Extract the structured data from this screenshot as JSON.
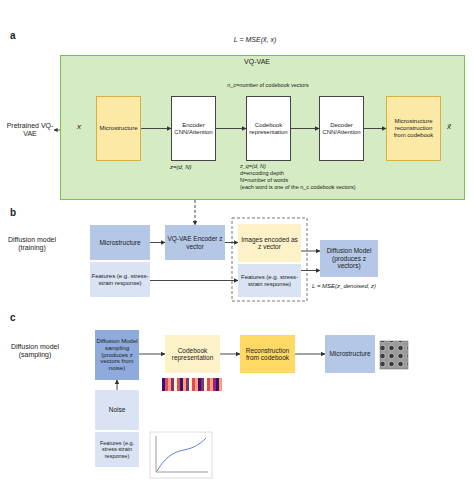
{
  "diagram": {
    "nodes": [
      {
        "text": [
          "VQ-VAE"
        ]
      },
      {
        "text": [
          "Microstructure"
        ],
        "in": 0
      },
      {
        "text": [
          "Encoder CNN/Attention"
        ],
        "in": 0
      },
      {
        "text": [
          "Codebook representation"
        ],
        "in": 0
      },
      {
        "text": [
          "Decoder CNN/Attention"
        ],
        "in": 0
      },
      {
        "text": [
          "Microstructure reconstruction from codebook"
        ],
        "in": 0
      },
      {
        "text": [
          "Microstructure"
        ]
      },
      {
        "text": [
          "Features (e.g. stress-strain response)"
        ]
      },
      {
        "text": [
          "VQ-VAE Encoder z vector"
        ]
      },
      {
        "text": [
          "Images encoded as z vector"
        ]
      },
      {
        "text": [
          "Features (e.g. stress-strain response)"
        ]
      },
      {
        "text": [
          "Diffusion Model (produces z vectors)"
        ]
      },
      {
        "text": [
          "Diffusion Model sampling (produces z vectors from noise)"
        ]
      },
      {
        "text": [
          "Codebook representation"
        ]
      },
      {
        "text": [
          "Reconstruction from codebook"
        ]
      },
      {
        "text": [
          "Microstructure"
        ]
      },
      {
        "text": [
          "Noise"
        ]
      },
      {
        "text": [
          "Features (e.g. stress-strain response)"
        ]
      }
    ],
    "edges": [
      {
        "from": 1,
        "to": 2,
        "arrow": "to"
      },
      {
        "from": 2,
        "to": 3,
        "arrow": "to"
      },
      {
        "from": 3,
        "to": 4,
        "arrow": "to"
      },
      {
        "from": 4,
        "to": 5,
        "arrow": "to"
      },
      {
        "from": 0,
        "to": 8,
        "arrow": "to"
      },
      {
        "from": 6,
        "to": 8,
        "arrow": "to"
      },
      {
        "from": 8,
        "to": 9,
        "arrow": "to"
      },
      {
        "from": 7,
        "to": 10,
        "arrow": "to"
      },
      {
        "from": 9,
        "to": 11,
        "arrow": "to"
      },
      {
        "from": 10,
        "to": 11,
        "arrow": "to"
      },
      {
        "from": 16,
        "to": 12,
        "arrow": "to"
      },
      {
        "from": 12,
        "to": 13,
        "arrow": "to"
      },
      {
        "from": 13,
        "to": 14,
        "arrow": "to"
      },
      {
        "from": 14,
        "to": 15,
        "arrow": "to"
      }
    ],
    "labels": [
      "a",
      "L = MSE(x̂, x)",
      "Pretrained VQ-VAE",
      "x",
      "z=(d, N)",
      "n_c=number of codebook vectors",
      "z_q=(d, N)",
      "d=encoding depth",
      "N=number of words",
      "(each word is one of the n_c codebook vectors)",
      "x̂",
      "b",
      "Diffusion model (training)",
      "L = MSE(z_denoised, z)",
      "c",
      "Diffusion model (sampling)"
    ]
  }
}
